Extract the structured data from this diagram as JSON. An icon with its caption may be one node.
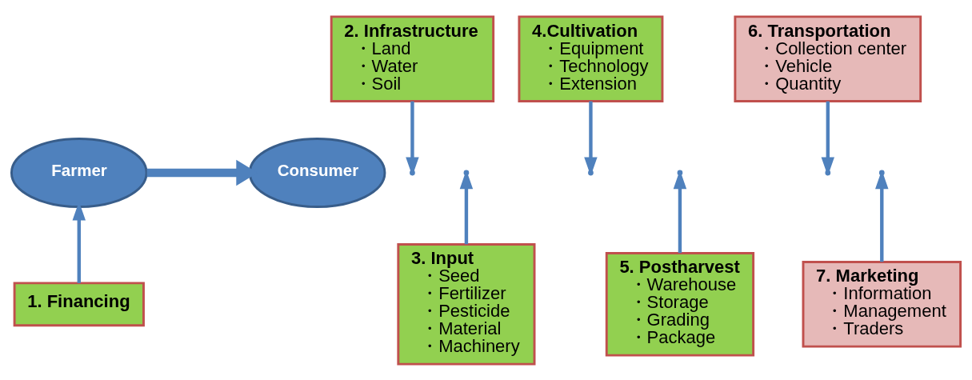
{
  "diagram": {
    "nodes": [
      {
        "text": [
          "Farmer"
        ]
      },
      {
        "text": [
          "Consumer"
        ]
      },
      {
        "text": [
          "1. Financing"
        ]
      },
      {
        "text": [
          "2. Infrastructure",
          "・Land",
          "・Water",
          "・Soil"
        ]
      },
      {
        "text": [
          "3. Input",
          "・Seed",
          "・Fertilizer",
          "・Pesticide",
          "・Material",
          "・Machinery"
        ]
      },
      {
        "text": [
          "4.Cultivation",
          "・Equipment",
          "・Technology",
          "・Extension"
        ]
      },
      {
        "text": [
          "5. Postharvest",
          "・Warehouse",
          "・Storage",
          "・Grading",
          "・Package"
        ]
      },
      {
        "text": [
          "6. Transportation",
          "・Collection center",
          "・Vehicle",
          "・Quantity"
        ]
      },
      {
        "text": [
          "7. Marketing",
          "・Information",
          "・Management",
          "・Traders"
        ]
      }
    ],
    "edges": [
      {
        "from": 0,
        "to": 1,
        "arrow": "to",
        "style": "thick"
      },
      {
        "from": 2,
        "to": 0,
        "arrow": "to"
      },
      {
        "from": 3,
        "to": null,
        "arrow": "to"
      },
      {
        "from": 4,
        "to": null,
        "arrow": "to"
      },
      {
        "from": 5,
        "to": null,
        "arrow": "to"
      },
      {
        "from": 6,
        "to": null,
        "arrow": "to"
      },
      {
        "from": 7,
        "to": null,
        "arrow": "to"
      },
      {
        "from": 8,
        "to": null,
        "arrow": "to"
      }
    ]
  }
}
